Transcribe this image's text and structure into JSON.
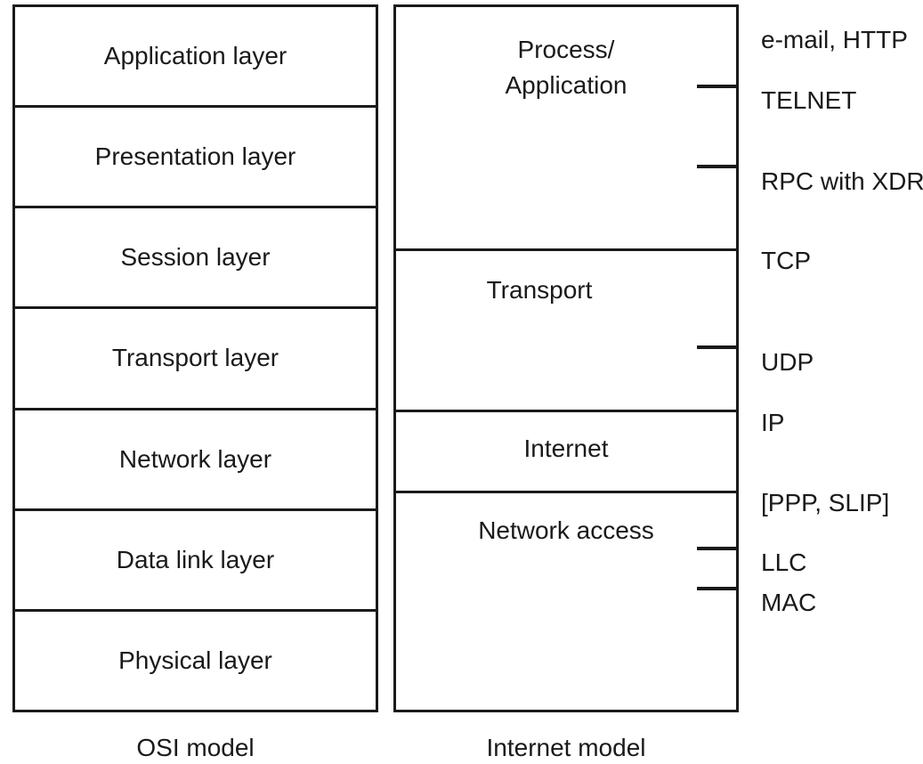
{
  "osi_model": {
    "caption": "OSI model",
    "layers": [
      {
        "label": "Application layer"
      },
      {
        "label": "Presentation layer"
      },
      {
        "label": "Session layer"
      },
      {
        "label": "Transport layer"
      },
      {
        "label": "Network layer"
      },
      {
        "label": "Data link layer"
      },
      {
        "label": "Physical layer"
      }
    ]
  },
  "internet_model": {
    "caption": "Internet model",
    "layers": [
      {
        "label_line1": "Process/",
        "label_line2": "Application"
      },
      {
        "label": "Transport"
      },
      {
        "label": "Internet"
      },
      {
        "label": "Network access"
      }
    ]
  },
  "protocols": [
    {
      "label": "e-mail, HTTP"
    },
    {
      "label": "TELNET"
    },
    {
      "label": "RPC with XDR"
    },
    {
      "label": "TCP"
    },
    {
      "label": "UDP"
    },
    {
      "label": "IP"
    },
    {
      "label": "[PPP, SLIP]"
    },
    {
      "label": "LLC"
    },
    {
      "label": "MAC"
    }
  ]
}
